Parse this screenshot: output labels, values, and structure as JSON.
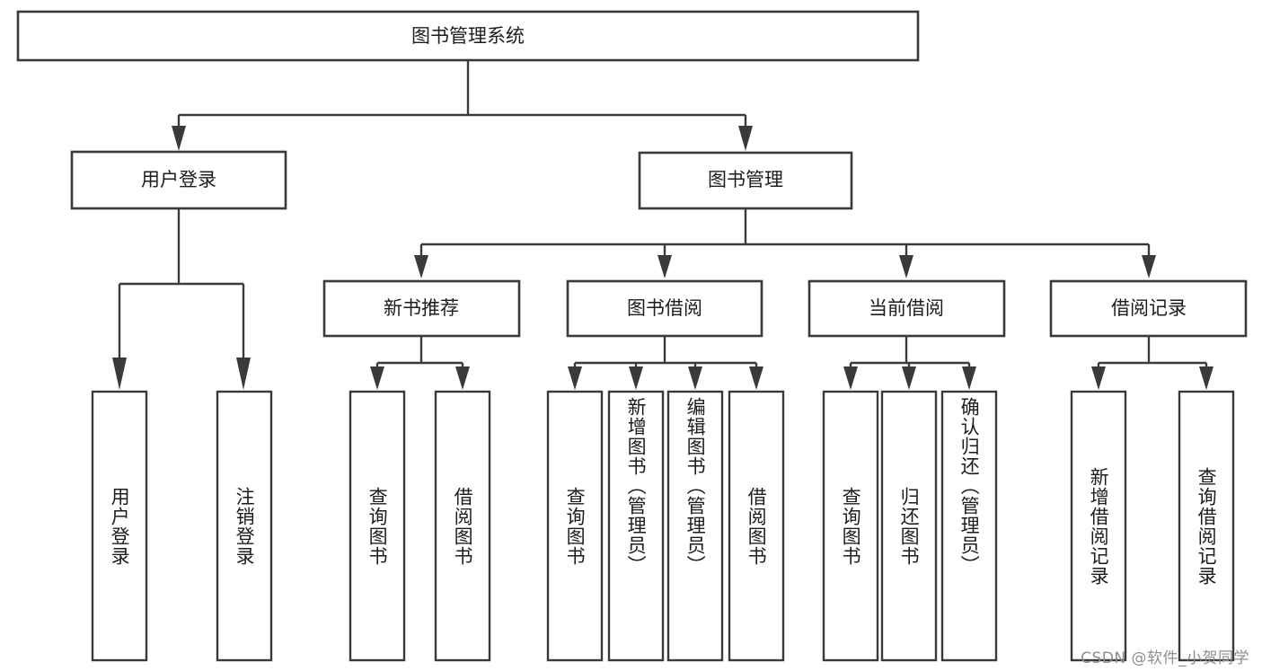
{
  "diagram": {
    "type": "tree-hierarchy",
    "title": "图书管理系统",
    "orientation": "top-down",
    "colors": {
      "box_stroke": "#3a3a3a",
      "box_fill": "#ffffff",
      "connector": "#3a3a3a",
      "text": "#1c1c1c",
      "background": "#ffffff",
      "watermark": "#8e8e8e"
    },
    "root": {
      "id": "root",
      "label": "图书管理系统"
    },
    "level2": [
      {
        "id": "user-login",
        "label": "用户登录"
      },
      {
        "id": "book-management",
        "label": "图书管理"
      }
    ],
    "level3": [
      {
        "id": "new-book-recommend",
        "label": "新书推荐",
        "parent": "book-management"
      },
      {
        "id": "book-borrow",
        "label": "图书借阅",
        "parent": "book-management"
      },
      {
        "id": "current-borrow",
        "label": "当前借阅",
        "parent": "book-management"
      },
      {
        "id": "borrow-record",
        "label": "借阅记录",
        "parent": "book-management"
      }
    ],
    "leaves": [
      {
        "id": "leaf-user-login",
        "label": "用户登录",
        "parent": "user-login"
      },
      {
        "id": "leaf-logout-login",
        "label": "注销登录",
        "parent": "user-login"
      },
      {
        "id": "leaf-query-book-1",
        "label": "查询图书",
        "parent": "new-book-recommend"
      },
      {
        "id": "leaf-borrow-book-1",
        "label": "借阅图书",
        "parent": "new-book-recommend"
      },
      {
        "id": "leaf-query-book-2",
        "label": "查询图书",
        "parent": "book-borrow"
      },
      {
        "id": "leaf-add-book",
        "label": "新增图书（管理员）",
        "parent": "book-borrow"
      },
      {
        "id": "leaf-edit-book",
        "label": "编辑图书（管理员）",
        "parent": "book-borrow"
      },
      {
        "id": "leaf-borrow-book-2",
        "label": "借阅图书",
        "parent": "book-borrow"
      },
      {
        "id": "leaf-query-book-3",
        "label": "查询图书",
        "parent": "current-borrow"
      },
      {
        "id": "leaf-return-book",
        "label": "归还图书",
        "parent": "current-borrow"
      },
      {
        "id": "leaf-confirm-return",
        "label": "确认归还（管理员）",
        "parent": "current-borrow"
      },
      {
        "id": "leaf-add-record",
        "label": "新增借阅记录",
        "parent": "borrow-record"
      },
      {
        "id": "leaf-query-record",
        "label": "查询借阅记录",
        "parent": "borrow-record"
      }
    ]
  },
  "watermark": {
    "text": "CSDN @软件_小贺同学"
  }
}
